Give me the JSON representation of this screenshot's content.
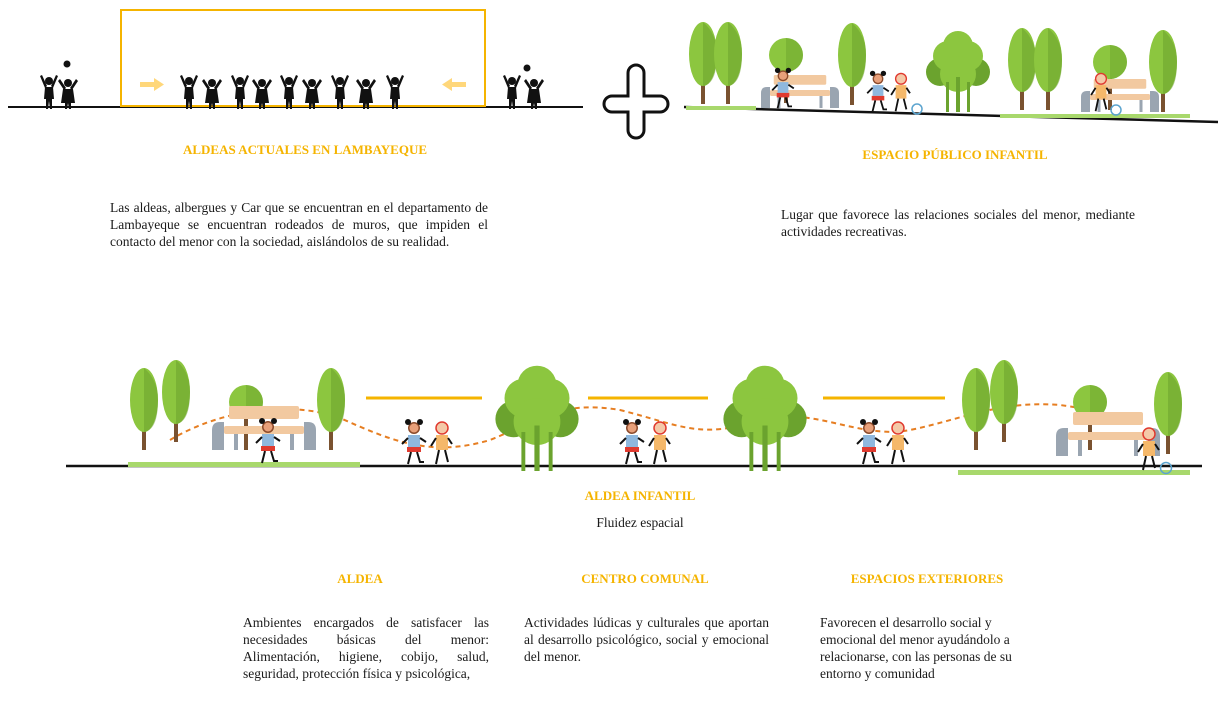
{
  "colors": {
    "accent": "#F5B400",
    "tree_light": "#8CC63F",
    "tree_dark": "#6BA32E",
    "trunk": "#7A5230",
    "bench": "#F2C9A0",
    "path": "#E67E22",
    "ground": "#A8D86C",
    "silhouette": "#111111"
  },
  "top_left": {
    "title": "ALDEAS ACTUALES EN LAMBAYEQUE",
    "description": "Las aldeas, albergues y Car que se encuentran en el departamento de Lambayeque se encuentran rodeados de muros, que impiden el contacto del menor con la sociedad, aislándolos de su realidad."
  },
  "top_right": {
    "title": "ESPACIO PÚBLICO INFANTIL",
    "description": "Lugar que favorece las relaciones sociales del menor, mediante actividades recreativas."
  },
  "center": {
    "title": "ALDEA INFANTIL",
    "subtitle": "Fluidez espacial"
  },
  "columns": [
    {
      "title": "ALDEA",
      "description": "Ambientes encargados de satisfacer las necesidades básicas del menor: Alimentación, higiene, cobijo, salud, seguridad, protección física y psicológica,"
    },
    {
      "title": "CENTRO COMUNAL",
      "description": "Actividades lúdicas y culturales que aportan al desarrollo psicológico, social y emocional del menor."
    },
    {
      "title": "ESPACIOS EXTERIORES",
      "description": "Favorecen el desarrollo social y emocional del menor ayudándolo a relacionarse, con las personas de su entorno y comunidad"
    }
  ],
  "icons": {
    "plus": "plus-outline-icon",
    "arrow": "arrow-right-icon",
    "child": "child-silhouette-icon",
    "tree": "tree-icon",
    "bench": "bench-icon",
    "ball": "ball-icon"
  }
}
